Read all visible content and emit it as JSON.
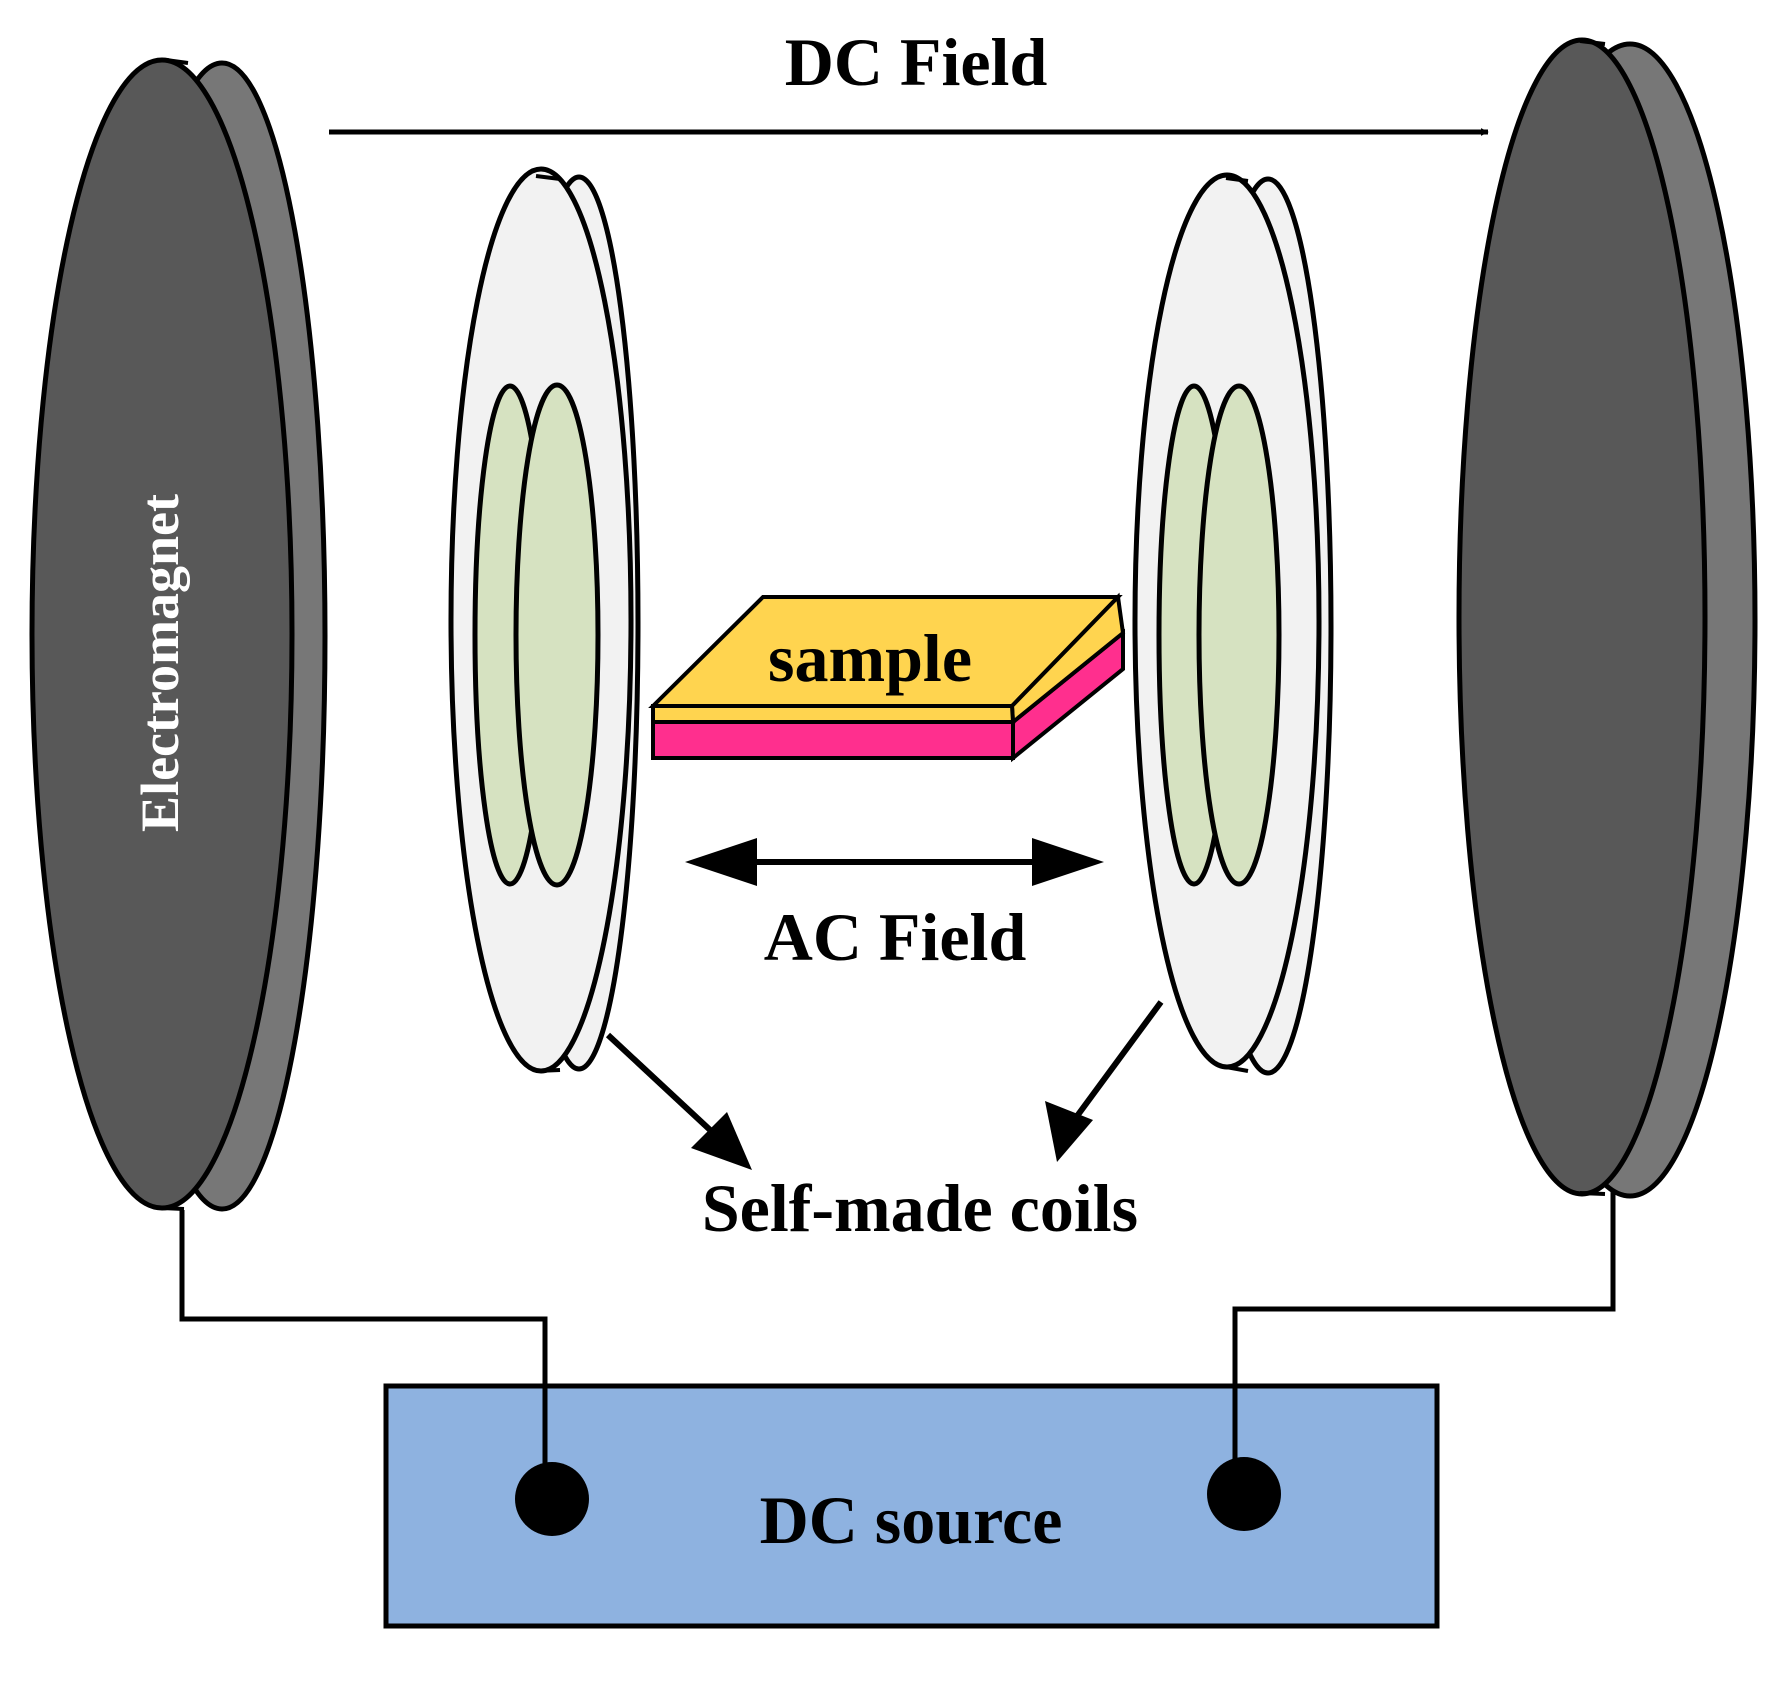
{
  "diagram": {
    "labels": {
      "dc_field": "DC Field",
      "ac_field": "AC Field",
      "sample": "sample",
      "coils": "Self-made coils",
      "electromagnet": "Electromagnet",
      "dc_source": "DC source"
    },
    "colors": {
      "magnet_front": "#585858",
      "magnet_back": "#777777",
      "coil_disc": "#f2f2f2",
      "coil_winding": "#d6e2c1",
      "sample_top": "#ffd44f",
      "sample_side": "#ff2f8e",
      "source_box": "#8eb2e0",
      "line": "#000000"
    }
  }
}
